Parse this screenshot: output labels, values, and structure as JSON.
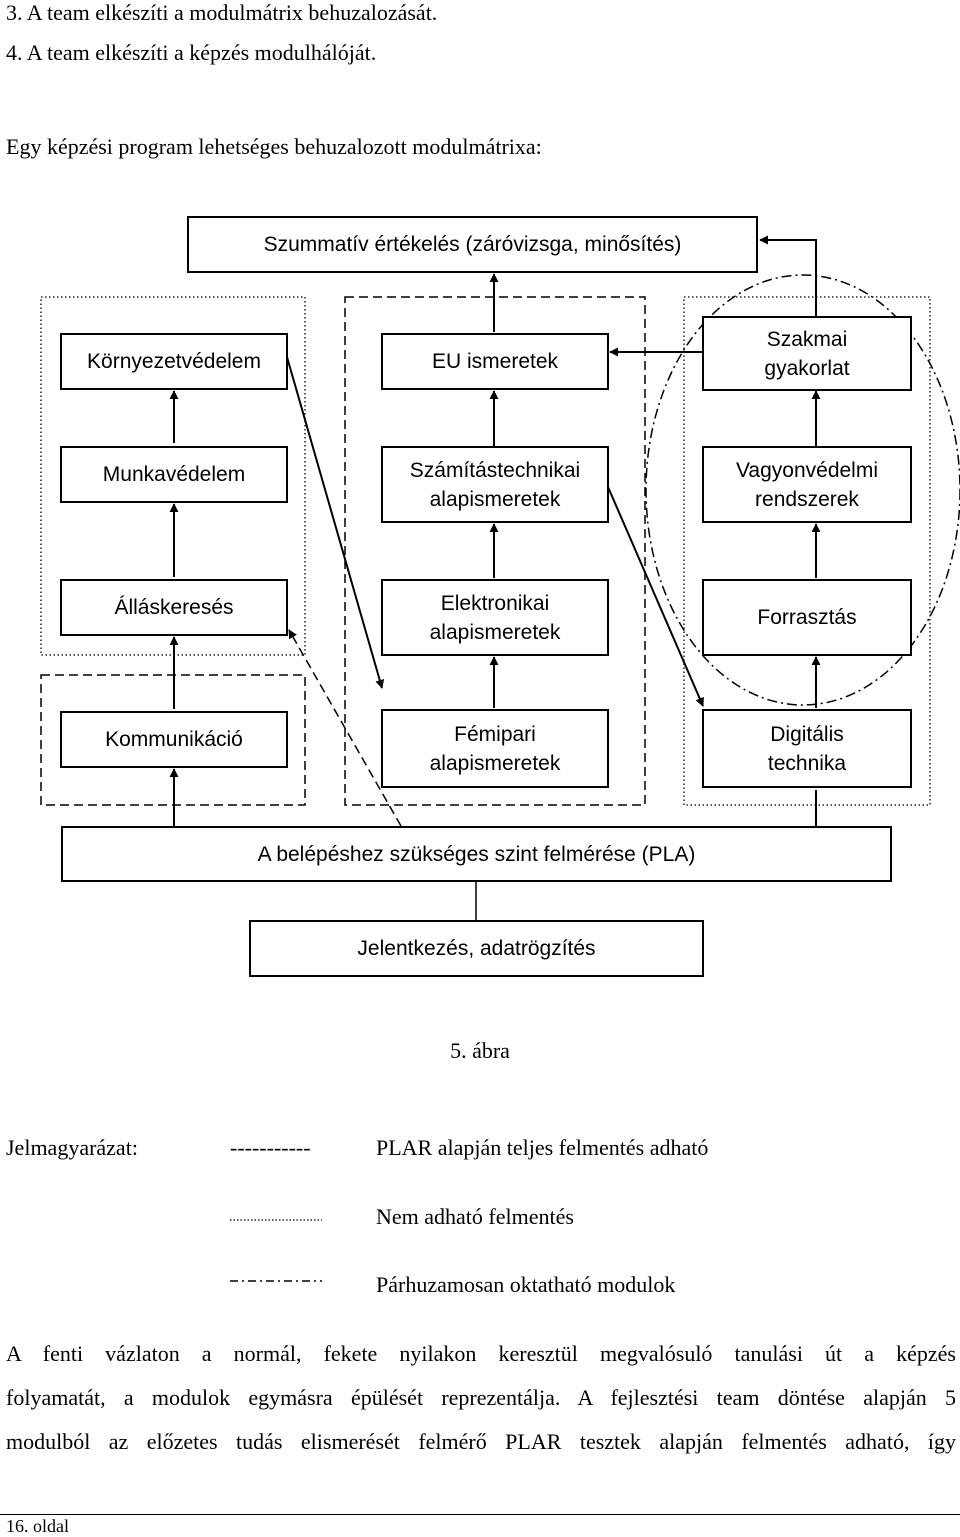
{
  "intro": {
    "step3": "3. A team elkészíti a modulmátrix behuzalozását.",
    "step4": "4. A team elkészíti a képzés modulhálóját.",
    "lead": "Egy képzési program lehetséges behuzalozott modulmátrixa:"
  },
  "diagram": {
    "top": "Szummatív értékelés (záróvizsga, minősítés)",
    "col1": [
      "Környezetvédelem",
      "Munkavédelem",
      "Álláskeresés",
      "Kommunikáció"
    ],
    "col2": [
      [
        "EU ismeretek"
      ],
      [
        "Számítástechnikai",
        "alapismeretek"
      ],
      [
        "Elektronikai",
        "alapismeretek"
      ],
      [
        "Fémipari",
        "alapismeretek"
      ]
    ],
    "col3": [
      [
        "Szakmai",
        "gyakorlat"
      ],
      [
        "Vagyonvédelmi",
        "rendszerek"
      ],
      [
        "Forrasztás"
      ],
      [
        "Digitális",
        "technika"
      ]
    ],
    "pla": "A belépéshez szükséges szint felmérése (PLA)",
    "entry": "Jelentkezés, adatrögzítés"
  },
  "caption": "5. ábra",
  "legend": {
    "label": "Jelmagyarázat:",
    "dash_sample": "-----------",
    "items": [
      "PLAR alapján teljes felmentés adható",
      "Nem adható felmentés",
      "Párhuzamosan oktatható modulok"
    ]
  },
  "paragraph": [
    "A fenti vázlaton a normál, fekete nyilakon keresztül megvalósuló tanulási út a képzés",
    "folyamatát, a modulok egymásra épülését reprezentálja. A fejlesztési team döntése alapján 5",
    "modulból az előzetes tudás elismerését felmérő PLAR tesztek alapján felmentés adható, így"
  ],
  "footer": "16. oldal"
}
